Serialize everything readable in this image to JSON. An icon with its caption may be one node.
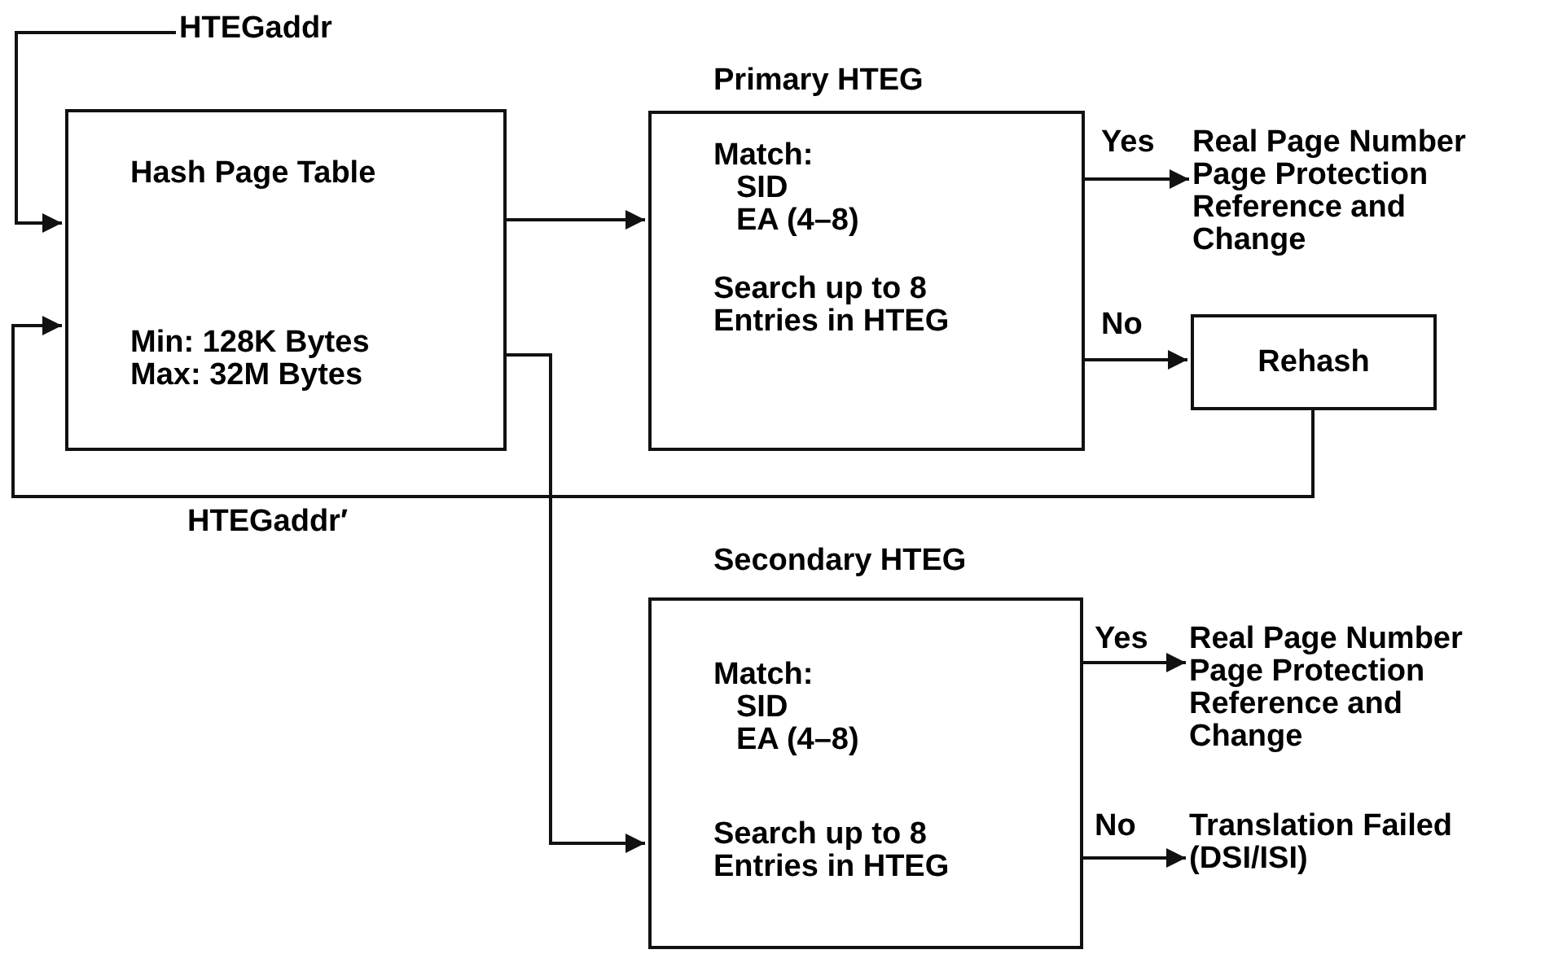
{
  "diagram": {
    "nodes": [
      {
        "text": [
          "HTEGaddr"
        ]
      },
      {
        "text": [
          "Hash Page Table",
          "Min: 128K Bytes Max: 32M Bytes"
        ]
      },
      {
        "text": [
          "Primary HTEG",
          "Match:",
          "SID",
          "EA (4–8)",
          "Search up to 8 Entries in HTEG"
        ]
      },
      {
        "text": [
          "Real Page Number Page Protection Reference and Change"
        ]
      },
      {
        "text": [
          "Rehash"
        ]
      },
      {
        "text": [
          "Secondary HTEG",
          "Match:",
          "SID",
          "EA (4–8)",
          "Search up to 8 Entries in HTEG"
        ]
      },
      {
        "text": [
          "Real Page Number Page Protection Reference and Change"
        ]
      },
      {
        "text": [
          "Translation Failed (DSI/ISI)"
        ]
      }
    ],
    "edges": [
      {
        "from": 0,
        "to": 1,
        "arrow": "to"
      },
      {
        "from": 1,
        "to": 2,
        "arrow": "to"
      },
      {
        "from": 2,
        "to": 3,
        "arrow": "to",
        "label": "Yes"
      },
      {
        "from": 2,
        "to": 4,
        "arrow": "to",
        "label": "No"
      },
      {
        "from": 4,
        "to": 1,
        "arrow": "to",
        "label": "HTEGaddr′"
      },
      {
        "from": 1,
        "to": 5,
        "arrow": "to"
      },
      {
        "from": 5,
        "to": 6,
        "arrow": "to",
        "label": "Yes"
      },
      {
        "from": 5,
        "to": 7,
        "arrow": "to",
        "label": "No"
      }
    ]
  }
}
